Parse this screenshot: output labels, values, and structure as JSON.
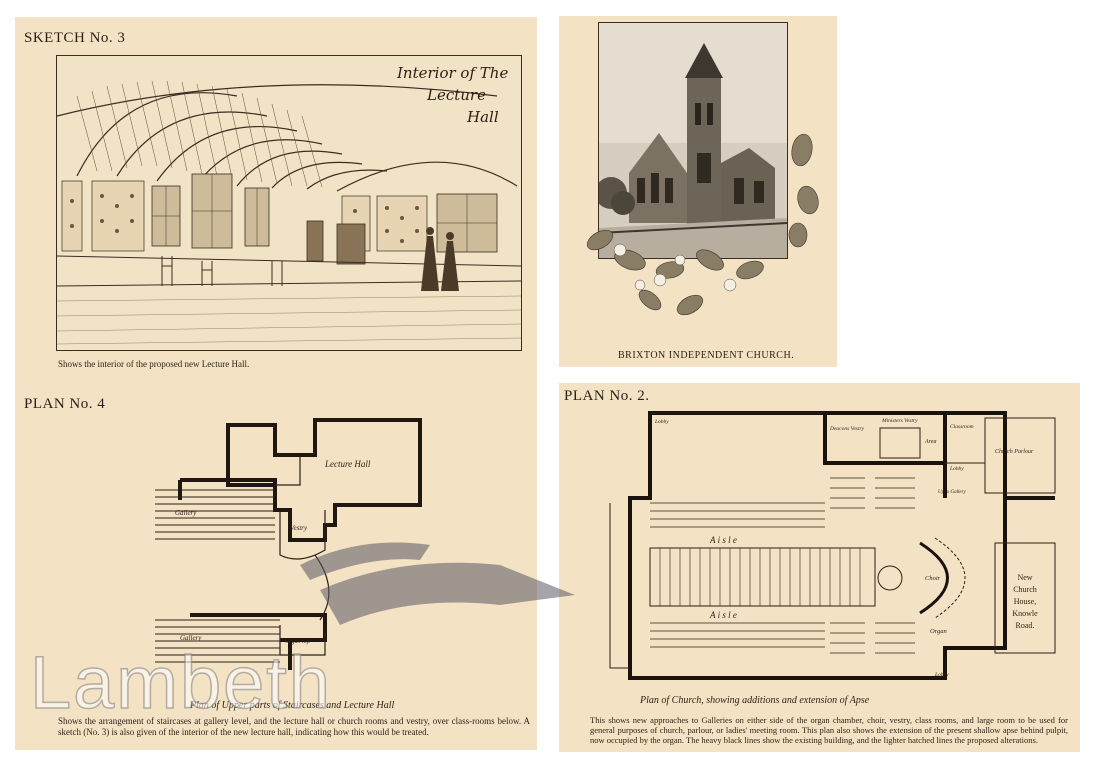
{
  "sketch3": {
    "heading": "SKETCH No. 3",
    "hand_title": [
      "Interior of The",
      "Lecture",
      "Hall"
    ],
    "caption": "Shows the interior of the proposed new Lecture Hall."
  },
  "church": {
    "caption": "BRIXTON INDEPENDENT CHURCH."
  },
  "plan4": {
    "heading": "PLAN No. 4",
    "labels": {
      "lecture_hall": "Lecture Hall",
      "gallery_top": "Gallery",
      "vestry": "Vestry",
      "organ_loft": "Organ loft",
      "gallery_bottom": "Gallery"
    },
    "plan_title": "Plan of Upper parts of Staircases and Lecture Hall",
    "caption": "Shows the arrangement of staircases at gallery level, and the lecture hall or church rooms and vestry, over class-rooms below. A sketch (No. 3) is also given of the interior of the new lecture hall, indicating how this would be treated."
  },
  "plan2": {
    "heading": "PLAN No. 2.",
    "labels": {
      "lobby_top": "Lobby",
      "deacons_vestry": "Deacons Vestry",
      "ministers_vestry": "Ministers Vestry",
      "area": "Area",
      "classroom": "Classroom",
      "church_parlour": "Church Parlour",
      "lobby_mid": "Lobby",
      "to_gallery": "Up to Gallery",
      "aisle_top": "A i s l e",
      "aisle_bottom": "A i s l e",
      "choir": "Choir",
      "organ": "Organ",
      "lobby_bottom": "Lobby",
      "new_church_house": [
        "New",
        "Church",
        "House,",
        "Knowle",
        "Road."
      ]
    },
    "plan_title": "Plan of Church, showing additions and extension of Apse",
    "caption": "This shows new approaches to Galleries on either side of the organ chamber, choir, vestry, class rooms, and large room to be used for general purposes of church, parlour, or ladies' meeting room. This plan also shows the extension of the present shallow apse behind pulpit, now occupied by the organ. The heavy black lines show the existing building, and the lighter hatched lines the proposed alterations."
  },
  "watermark": "Lambeth"
}
